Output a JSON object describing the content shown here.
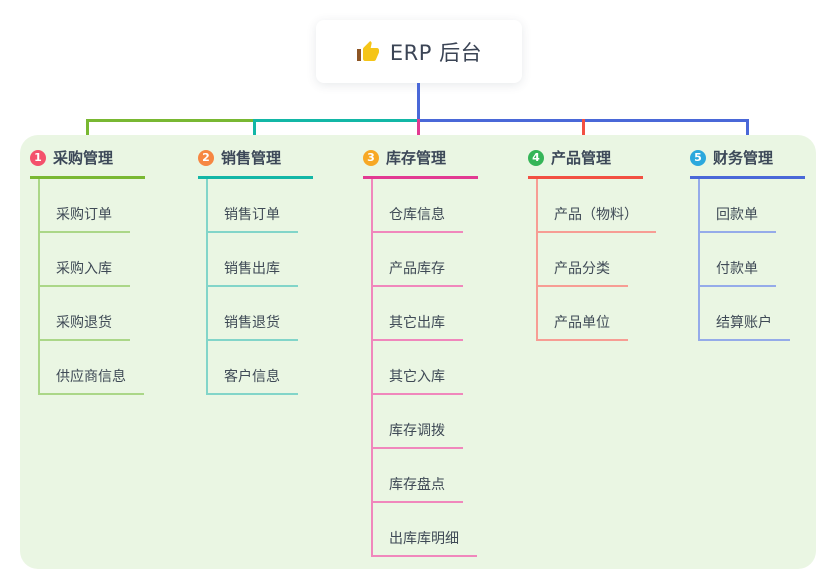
{
  "root": {
    "title": "ERP 后台",
    "icon": "thumbs-up"
  },
  "colors": {
    "page_bg": "#ffffff",
    "panel_bg": "#eaf6e3",
    "root_connector": "#4a68d8",
    "text": "#3e4a57"
  },
  "branches": [
    {
      "badge": "1",
      "label": "采购管理",
      "badge_color": "#f4516c",
      "line_color": "#79b832",
      "child_line_color": "#abd788",
      "children": [
        "采购订单",
        "采购入库",
        "采购退货",
        "供应商信息"
      ]
    },
    {
      "badge": "2",
      "label": "销售管理",
      "badge_color": "#f68742",
      "line_color": "#13b7a6",
      "child_line_color": "#82d5c9",
      "children": [
        "销售订单",
        "销售出库",
        "销售退货",
        "客户信息"
      ]
    },
    {
      "badge": "3",
      "label": "库存管理",
      "badge_color": "#f7a825",
      "line_color": "#e23a92",
      "child_line_color": "#f087bc",
      "children": [
        "仓库信息",
        "产品库存",
        "其它出库",
        "其它入库",
        "库存调拨",
        "库存盘点",
        "出库库明细"
      ]
    },
    {
      "badge": "4",
      "label": "产品管理",
      "badge_color": "#36b558",
      "line_color": "#f25042",
      "child_line_color": "#f79d94",
      "children": [
        "产品（物料）",
        "产品分类",
        "产品单位"
      ]
    },
    {
      "badge": "5",
      "label": "财务管理",
      "badge_color": "#2ba8dd",
      "line_color": "#4a68d8",
      "child_line_color": "#95abe9",
      "children": [
        "回款单",
        "付款单",
        "结算账户"
      ]
    }
  ]
}
